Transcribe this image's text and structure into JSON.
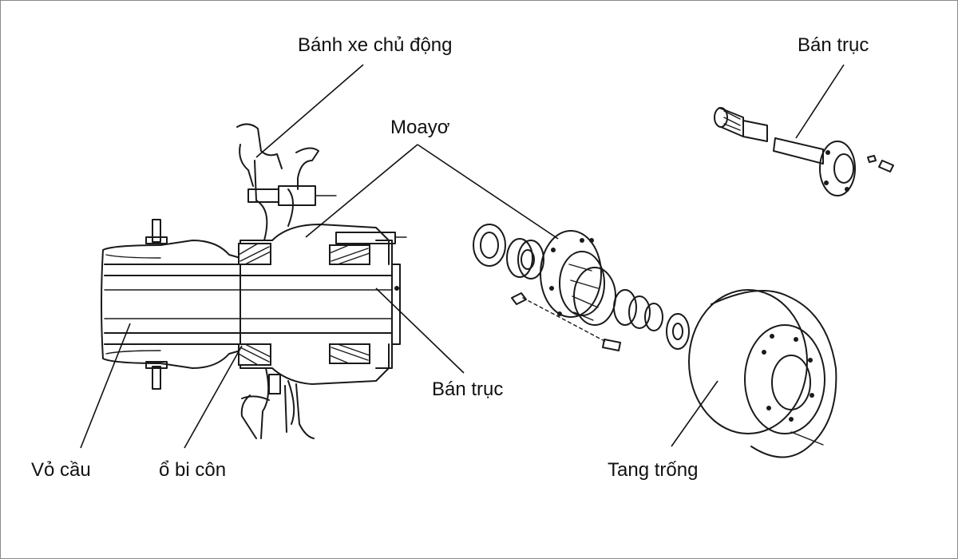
{
  "labels": {
    "drive_wheel": "Bánh xe chủ động",
    "half_shaft_top": "Bán trục",
    "hub": "Moayơ",
    "half_shaft_mid": "Bán trục",
    "axle_housing": "Vỏ cầu",
    "taper_bearing": "ổ bi côn",
    "brake_drum": "Tang trống"
  },
  "colors": {
    "ink": "#1a1a1a",
    "frame": "#8a8a8a",
    "background": "#ffffff"
  }
}
